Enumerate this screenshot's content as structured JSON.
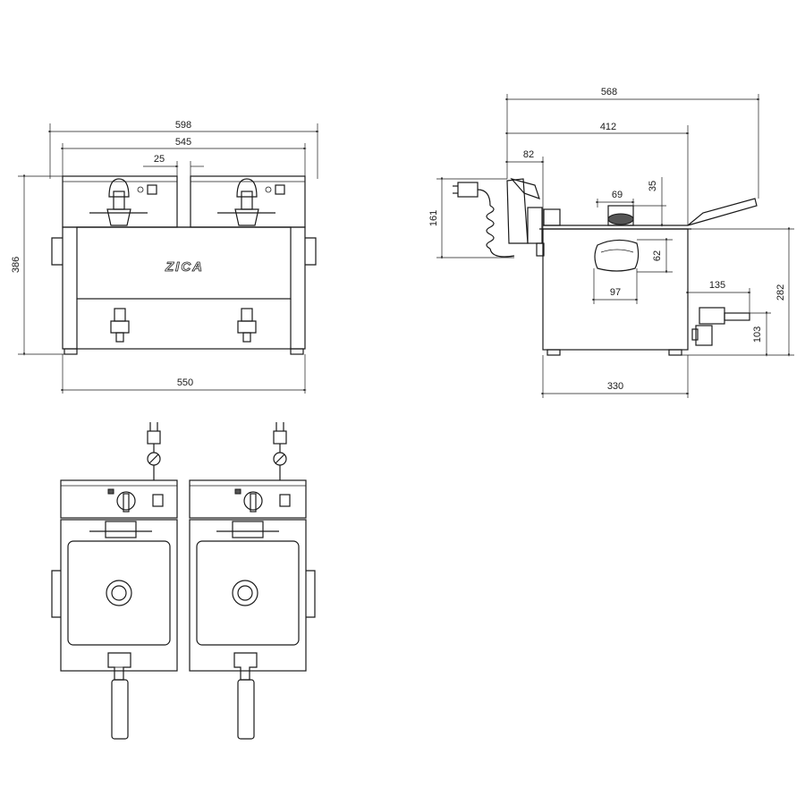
{
  "brand": "ZICA",
  "front_view": {
    "dimensions": {
      "overall_width": "598",
      "top_width": "545",
      "gap": "25",
      "height": "386",
      "base_width": "550"
    }
  },
  "side_view": {
    "dimensions": {
      "overall_depth": "568",
      "tank_depth": "412",
      "head_depth": "82",
      "cable_height": "161",
      "lid_width": "69",
      "lid_height": "35",
      "handle_height": "62",
      "handle_width": "97",
      "tap_length": "135",
      "tap_height": "103",
      "height": "282",
      "base_depth": "330"
    }
  },
  "top_view": {
    "units": 2
  }
}
